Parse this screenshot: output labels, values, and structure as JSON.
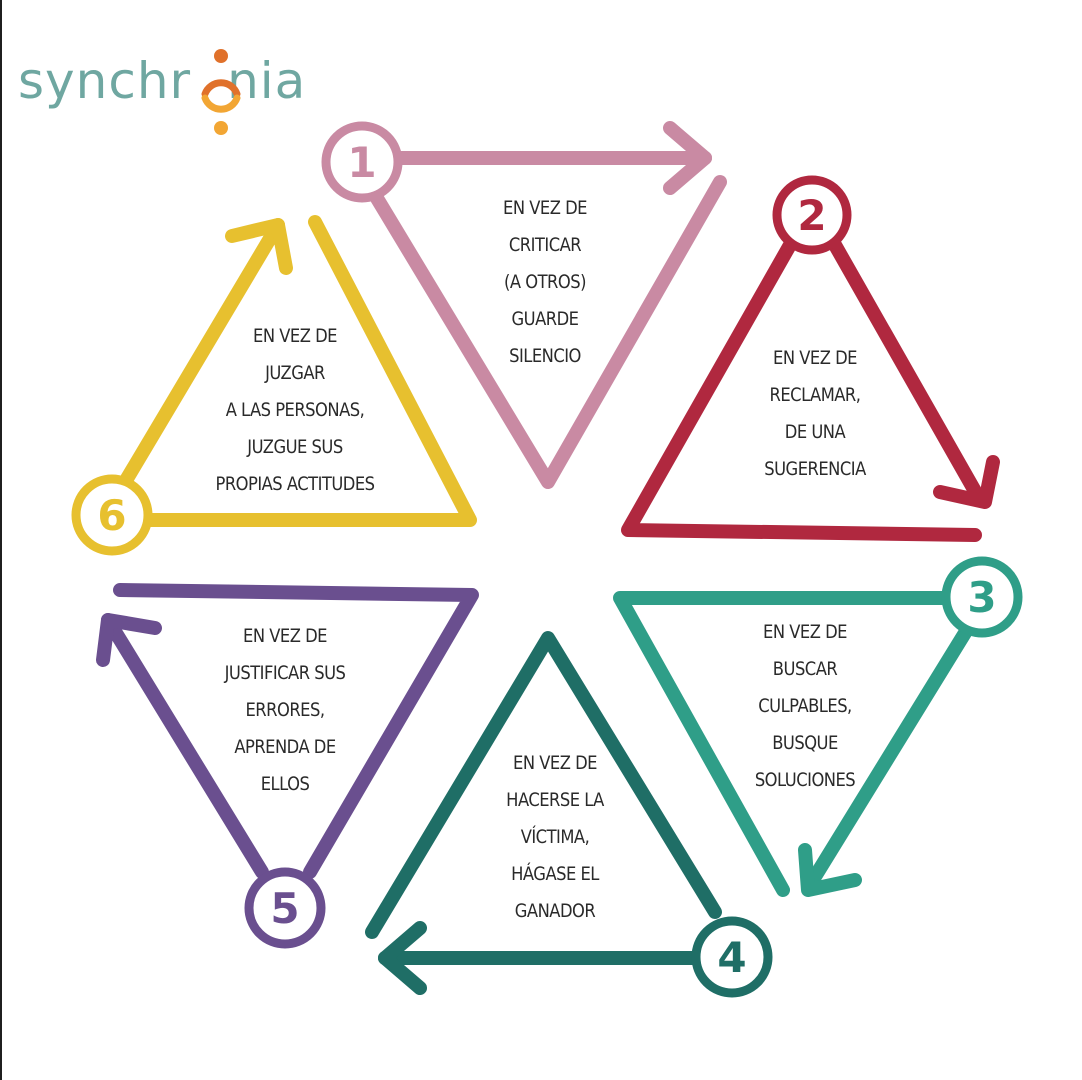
{
  "brand": {
    "logo_pre": "synchr",
    "logo_post": "nia",
    "text_color": "#6fa7a1",
    "mark_colors": [
      "#e0712b",
      "#f2a634"
    ]
  },
  "steps": [
    {
      "number": "1",
      "color": "#c98aa3",
      "lines": [
        "EN VEZ DE",
        "CRITICAR",
        "(A OTROS)",
        "GUARDE",
        "SILENCIO"
      ]
    },
    {
      "number": "2",
      "color": "#b0283f",
      "lines": [
        "EN VEZ DE",
        "RECLAMAR,",
        "DE UNA",
        "SUGERENCIA"
      ]
    },
    {
      "number": "3",
      "color": "#2f9e88",
      "lines": [
        "EN VEZ DE",
        "BUSCAR",
        "CULPABLES,",
        "BUSQUE",
        "SOLUCIONES"
      ]
    },
    {
      "number": "4",
      "color": "#1f6e66",
      "lines": [
        "EN VEZ DE",
        "HACERSE LA",
        "VÍCTIMA,",
        "HÁGASE EL",
        "GANADOR"
      ]
    },
    {
      "number": "5",
      "color": "#6a4f8f",
      "lines": [
        "EN VEZ DE",
        "JUSTIFICAR SUS",
        "ERRORES,",
        "APRENDA DE",
        "ELLOS"
      ]
    },
    {
      "number": "6",
      "color": "#e7c02f",
      "lines": [
        "EN VEZ DE",
        "JUZGAR",
        "A LAS PERSONAS,",
        "JUZGUE SUS",
        "PROPIAS ACTITUDES"
      ]
    }
  ]
}
